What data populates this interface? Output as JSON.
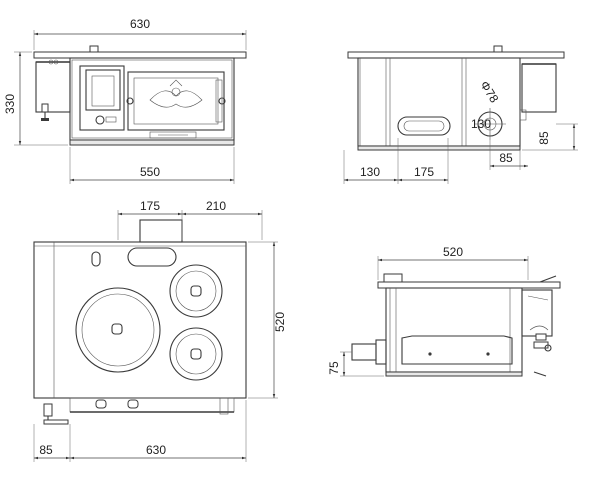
{
  "dimensions": {
    "front_width": "630",
    "front_height": "330",
    "front_base_width": "550",
    "side_left_offset": "130",
    "side_inner": "175",
    "side_right": "85",
    "side_height": "85",
    "flue_diameter": "Φ78",
    "top_flue_offset": "175",
    "top_flue_right": "210",
    "top_depth": "520",
    "top_left": "85",
    "top_width": "630",
    "section_depth": "520",
    "section_height": "75"
  }
}
